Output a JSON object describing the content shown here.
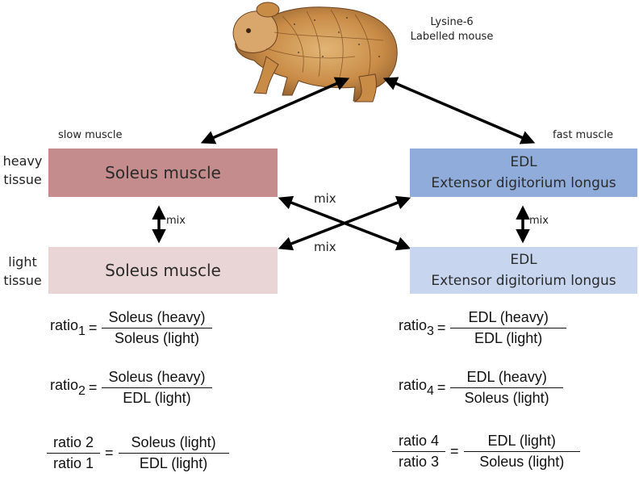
{
  "mouse": {
    "label_line1": "Lysine-6",
    "label_line2": "Labelled mouse"
  },
  "labels": {
    "slow_muscle": "slow muscle",
    "fast_muscle": "fast muscle",
    "heavy_tissue_1": "heavy",
    "heavy_tissue_2": "tissue",
    "light_tissue_1": "light",
    "light_tissue_2": "tissue",
    "mix_left": "mix",
    "mix_right": "mix",
    "mix_cross_top": "mix",
    "mix_cross_bottom": "mix"
  },
  "boxes": {
    "soleus_heavy": "Soleus muscle",
    "soleus_light": "Soleus muscle",
    "edl_heavy_line1": "EDL",
    "edl_heavy_line2": "Extensor digitorium longus",
    "edl_light_line1": "EDL",
    "edl_light_line2": "Extensor digitorium longus"
  },
  "colors": {
    "soleus_heavy": "#c48c8c",
    "soleus_light": "#e9d5d5",
    "edl_heavy": "#8facdb",
    "edl_light": "#c7d5ef"
  },
  "formulas": {
    "r1_name": "ratio",
    "r1_sub": "1",
    "r1_eq": "=",
    "r1_num": "Soleus (heavy)",
    "r1_den": "Soleus (light)",
    "r2_name": "ratio",
    "r2_sub": "2",
    "r2_eq": "=",
    "r2_num": "Soleus (heavy)",
    "r2_den": "EDL (light)",
    "r3_name": "ratio",
    "r3_sub": "3",
    "r3_eq": "=",
    "r3_num": "EDL (heavy)",
    "r3_den": "EDL (light)",
    "r4_name": "ratio",
    "r4_sub": "4",
    "r4_eq": "=",
    "r4_num": "EDL (heavy)",
    "r4_den": "Soleus (light)",
    "q1_lnum": "ratio 2",
    "q1_lden": "ratio 1",
    "q1_eq": "=",
    "q1_num": "Soleus (light)",
    "q1_den": "EDL (light)",
    "q2_lnum": "ratio 4",
    "q2_lden": "ratio 3",
    "q2_eq": "=",
    "q2_num": "EDL (light)",
    "q2_den": "Soleus (light)"
  }
}
